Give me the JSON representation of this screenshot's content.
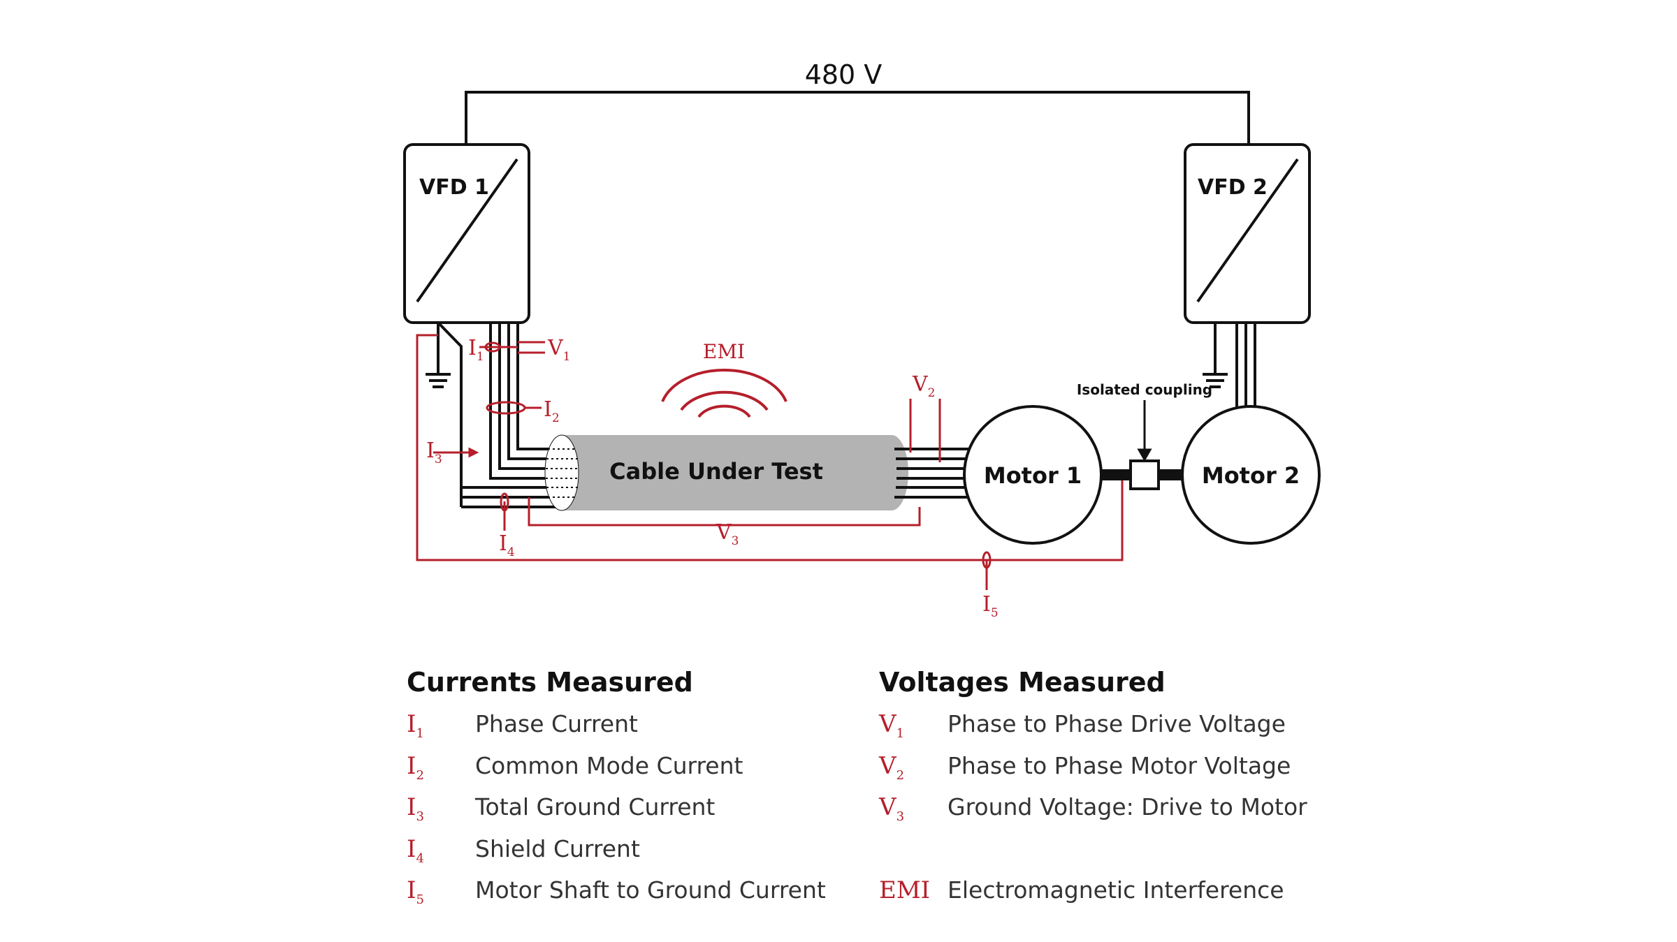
{
  "diagram": {
    "supply_voltage": "480 V",
    "vfd1_label": "VFD 1",
    "vfd2_label": "VFD 2",
    "cable_label": "Cable Under Test",
    "motor1_label": "Motor 1",
    "motor2_label": "Motor 2",
    "coupling_label": "Isolated coupling",
    "emi_label": "EMI",
    "markers": {
      "I1": {
        "main": "I",
        "sub": "1"
      },
      "I2": {
        "main": "I",
        "sub": "2"
      },
      "I3": {
        "main": "I",
        "sub": "3"
      },
      "I4": {
        "main": "I",
        "sub": "4"
      },
      "I5": {
        "main": "I",
        "sub": "5"
      },
      "V1": {
        "main": "V",
        "sub": "1"
      },
      "V2": {
        "main": "V",
        "sub": "2"
      },
      "V3": {
        "main": "V",
        "sub": "3"
      }
    }
  },
  "legend": {
    "currents_title": "Currents Measured",
    "voltages_title": "Voltages Measured",
    "currents": [
      {
        "sym": "I",
        "sub": "1",
        "desc": "Phase Current"
      },
      {
        "sym": "I",
        "sub": "2",
        "desc": "Common Mode Current"
      },
      {
        "sym": "I",
        "sub": "3",
        "desc": "Total Ground Current"
      },
      {
        "sym": "I",
        "sub": "4",
        "desc": "Shield Current"
      },
      {
        "sym": "I",
        "sub": "5",
        "desc": "Motor Shaft to Ground Current"
      }
    ],
    "voltages": [
      {
        "sym": "V",
        "sub": "1",
        "desc": "Phase to Phase Drive Voltage"
      },
      {
        "sym": "V",
        "sub": "2",
        "desc": "Phase to Phase Motor Voltage"
      },
      {
        "sym": "V",
        "sub": "3",
        "desc": "Ground Voltage: Drive to Motor"
      }
    ],
    "emi": {
      "sym": "EMI",
      "desc": "Electromagnetic Interference"
    }
  },
  "colors": {
    "measurement_red": "#b51f2b",
    "cable_gray": "#b3b3b3",
    "line_black": "#111111"
  }
}
